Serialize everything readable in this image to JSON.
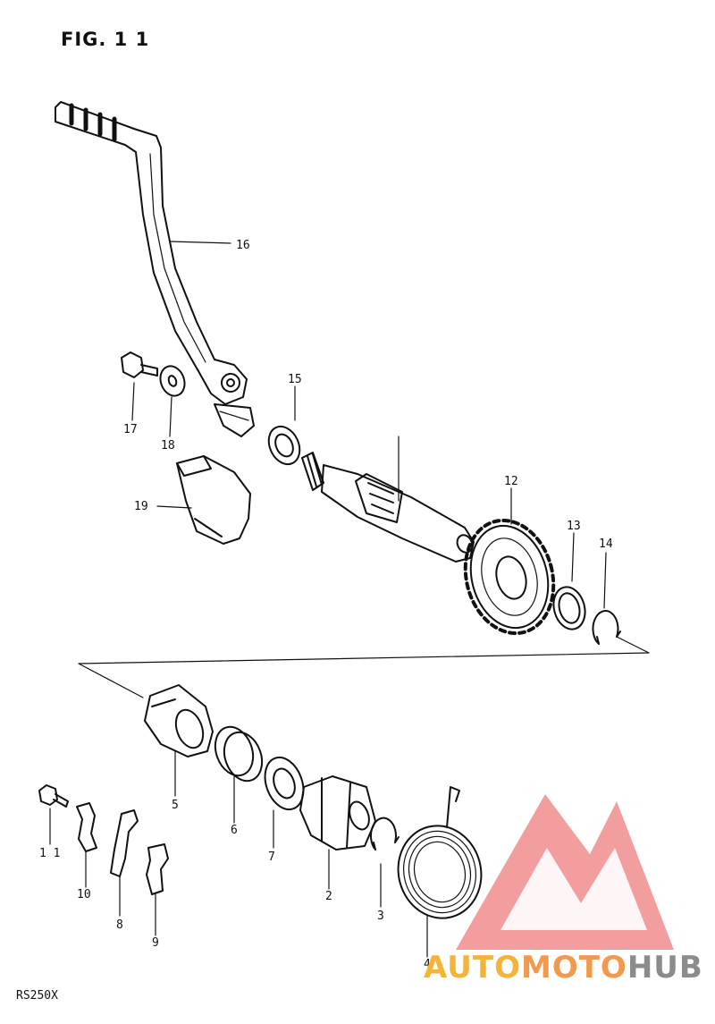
{
  "figure": {
    "title": "FIG. 1 1"
  },
  "model": "RS250X",
  "watermark": {
    "word_a": "AUTO",
    "word_b": "MOTO",
    "word_c": "HUB",
    "colors": {
      "triangle": "#ef7d7d",
      "auto": "#f3b43a",
      "moto": "#f19a4f",
      "hub": "#8c8c8c"
    }
  },
  "parts": {
    "p2": "2",
    "p3": "3",
    "p4": "4",
    "p5": "5",
    "p6": "6",
    "p7": "7",
    "p8": "8",
    "p9": "9",
    "p10": "10",
    "p11": "1 1",
    "p12": "12",
    "p13": "13",
    "p14": "14",
    "p15": "15",
    "p16": "16",
    "p17": "17",
    "p18": "18",
    "p19": "19"
  }
}
